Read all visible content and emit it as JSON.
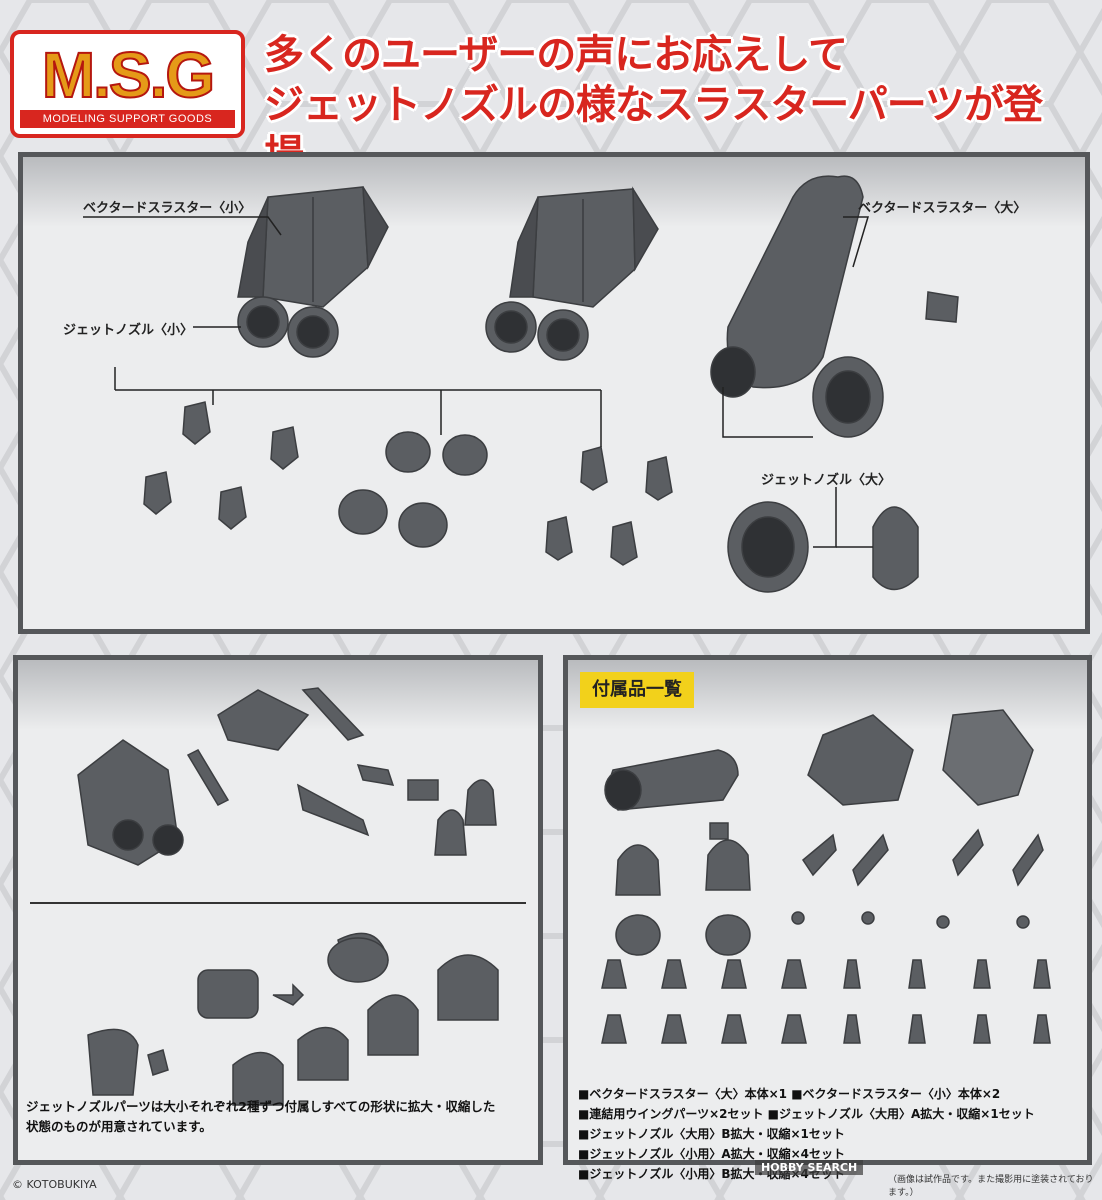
{
  "logo": {
    "title": "M.S.G",
    "subtitle": "MODELING SUPPORT GOODS"
  },
  "headline": {
    "line1": "多くのユーザーの声にお応えして",
    "line2": "ジェットノズルの様なスラスターパーツが登場。"
  },
  "top_panel": {
    "callout_small_thruster": "ベクタードスラスター〈小〉",
    "callout_small_nozzle": "ジェットノズル〈小〉",
    "callout_large_thruster": "ベクタードスラスター〈大〉",
    "callout_large_nozzle": "ジェットノズル〈大〉"
  },
  "bottom_left": {
    "note_line1": "ジェットノズルパーツは大小それぞれ2種ずつ付属しすべての形状に拡大・収縮した",
    "note_line2": "状態のものが用意されています。"
  },
  "bottom_right": {
    "badge": "付属品一覧",
    "contents": [
      "■ベクタードスラスター〈大〉本体×1 ■ベクタードスラスター〈小〉本体×2",
      "■連結用ウイングパーツ×2セット ■ジェットノズル〈大用〉A拡大・収縮×1セット",
      "■ジェットノズル〈大用〉B拡大・収縮×1セット",
      "■ジェットノズル〈小用〉A拡大・収縮×4セット",
      "■ジェットノズル〈小用〉B拡大・収縮×4セット"
    ]
  },
  "footer": {
    "copyright": "© KOTOBUKIYA",
    "disclaimer": "（画像は試作品です。また撮影用に塗装されております。）",
    "watermark": "HOBBY SEARCH"
  },
  "colors": {
    "accent_red": "#d8261f",
    "badge_yellow": "#f2d11b",
    "part_gray": "#5b5e62",
    "panel_border": "#55575a"
  }
}
